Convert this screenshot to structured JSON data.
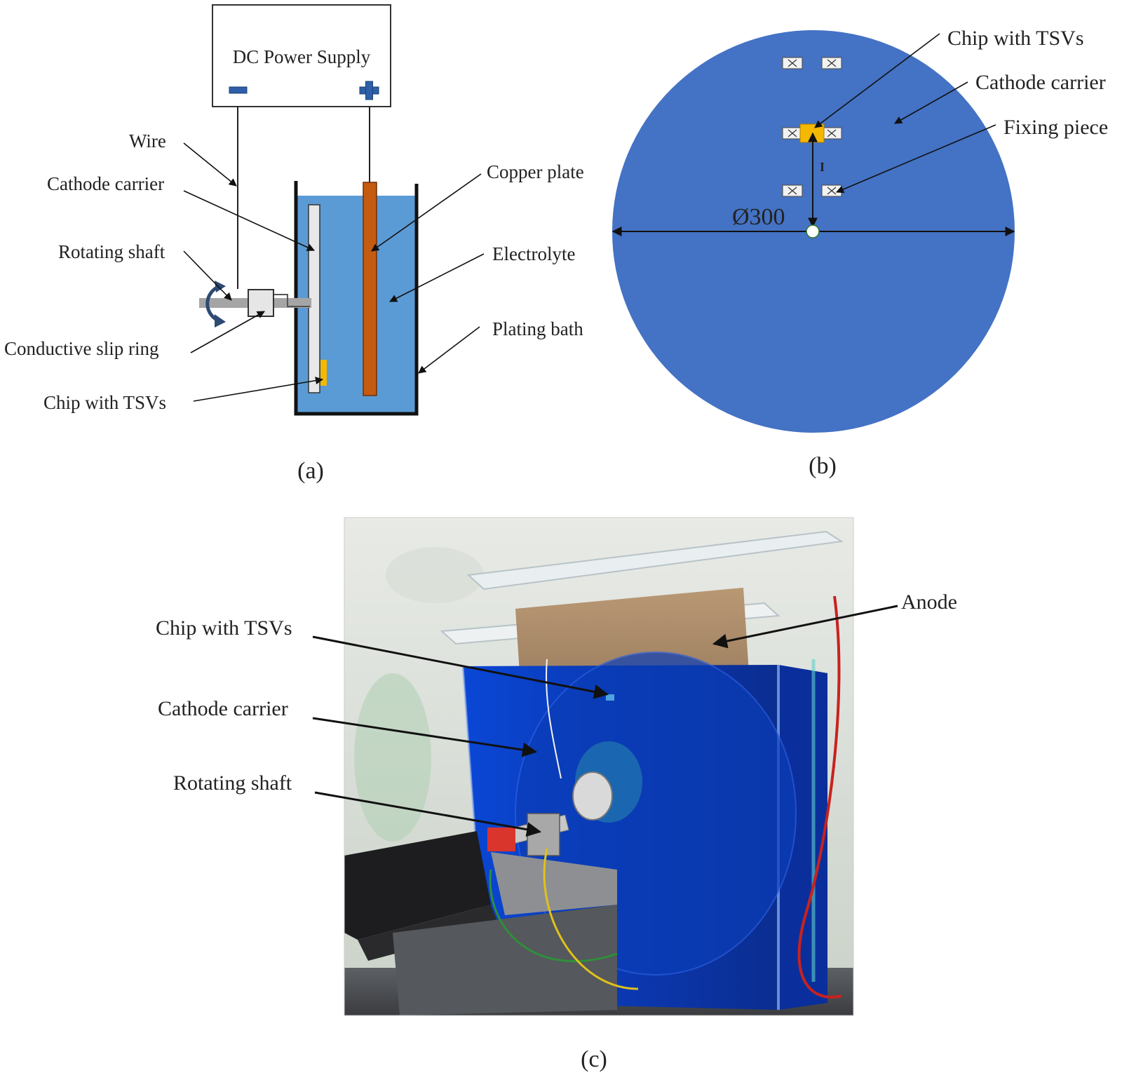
{
  "panel_a": {
    "power_supply_label": "DC Power Supply",
    "labels": {
      "wire": "Wire",
      "cathode_carrier": "Cathode carrier",
      "rotating_shaft": "Rotating shaft",
      "slip_ring": "Conductive  slip  ring",
      "chip": "Chip with TSVs",
      "copper_plate": "Copper plate",
      "electrolyte": "Electrolyte",
      "plating_bath": "Plating bath"
    },
    "caption": "(a)"
  },
  "panel_b": {
    "labels": {
      "chip": "Chip with TSVs",
      "cathode_carrier": "Cathode carrier",
      "fixing_piece": "Fixing piece"
    },
    "diameter_label": "Ø300",
    "caption": "(b)"
  },
  "panel_c": {
    "labels": {
      "chip": "Chip with TSVs",
      "cathode_carrier": "Cathode carrier",
      "rotating_shaft": "Rotating shaft",
      "anode": "Anode"
    },
    "caption": "(c)"
  },
  "colors": {
    "electrolyte": "#5b9bd5",
    "copper": "#c55a11",
    "chip": "#f5b800",
    "disc": "#4472c4",
    "tank_blue": "#0a3fc4",
    "supply_minus": "#2e5fa8",
    "supply_plus": "#2e5fa8"
  }
}
